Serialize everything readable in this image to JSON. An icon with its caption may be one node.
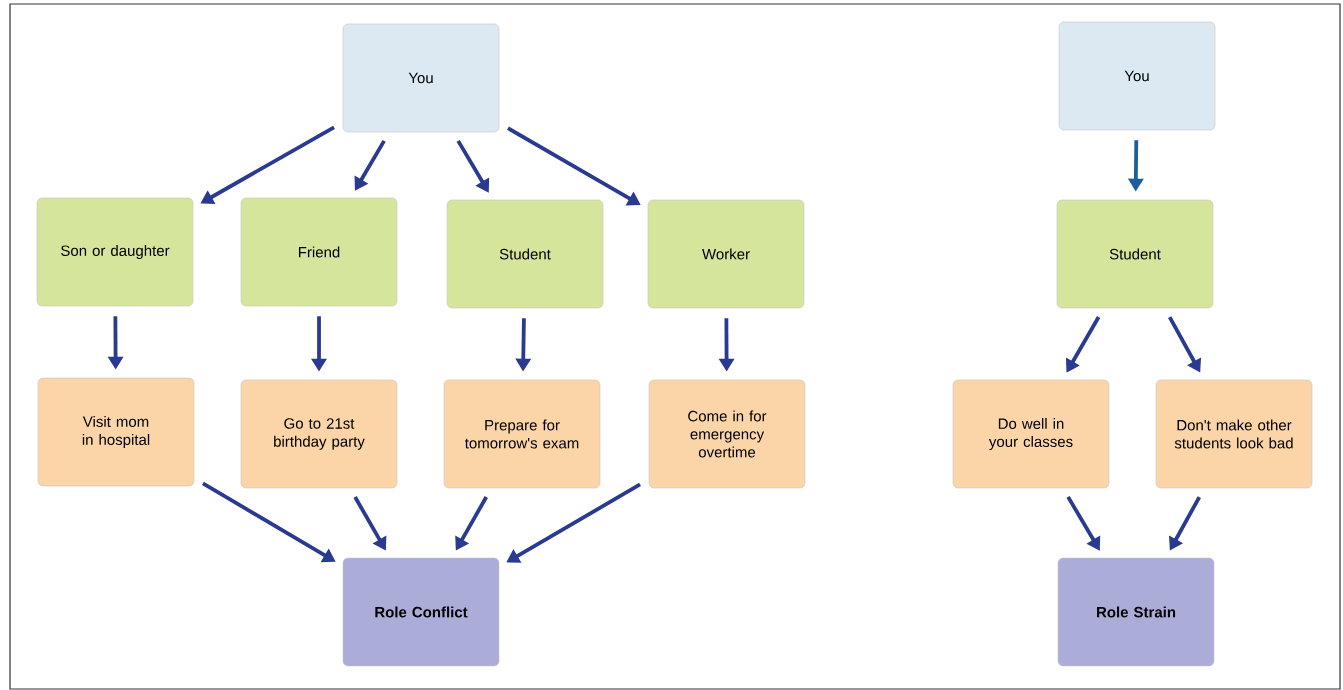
{
  "diagram": {
    "nodes": [
      {
        "text": [
          "You"
        ]
      },
      {
        "text": [
          "Son or daughter"
        ]
      },
      {
        "text": [
          "Friend"
        ]
      },
      {
        "text": [
          "Student"
        ]
      },
      {
        "text": [
          "Worker"
        ]
      },
      {
        "text": [
          "Visit mom in hospital"
        ]
      },
      {
        "text": [
          "Go to 21st birthday party"
        ]
      },
      {
        "text": [
          "Prepare for tomorrow's exam"
        ]
      },
      {
        "text": [
          "Come in for emergency overtime"
        ]
      },
      {
        "text": [
          "Role Conflict"
        ]
      },
      {
        "text": [
          "You"
        ]
      },
      {
        "text": [
          "Student"
        ]
      },
      {
        "text": [
          "Do well in your classes"
        ]
      },
      {
        "text": [
          "Don't make other students look bad"
        ]
      },
      {
        "text": [
          "Role Strain"
        ]
      }
    ],
    "edges": [
      {
        "from": 0,
        "to": 1,
        "arrow": "to"
      },
      {
        "from": 0,
        "to": 2,
        "arrow": "to"
      },
      {
        "from": 0,
        "to": 3,
        "arrow": "to"
      },
      {
        "from": 0,
        "to": 4,
        "arrow": "to"
      },
      {
        "from": 1,
        "to": 5,
        "arrow": "to"
      },
      {
        "from": 2,
        "to": 6,
        "arrow": "to"
      },
      {
        "from": 3,
        "to": 7,
        "arrow": "to"
      },
      {
        "from": 4,
        "to": 8,
        "arrow": "to"
      },
      {
        "from": 5,
        "to": 9,
        "arrow": "to"
      },
      {
        "from": 6,
        "to": 9,
        "arrow": "to"
      },
      {
        "from": 7,
        "to": 9,
        "arrow": "to"
      },
      {
        "from": 8,
        "to": 9,
        "arrow": "to"
      },
      {
        "from": 10,
        "to": 11,
        "arrow": "to",
        "color": "#1d5f9c"
      },
      {
        "from": 11,
        "to": 12,
        "arrow": "to"
      },
      {
        "from": 11,
        "to": 13,
        "arrow": "to"
      },
      {
        "from": 12,
        "to": 14,
        "arrow": "to"
      },
      {
        "from": 13,
        "to": 14,
        "arrow": "to"
      }
    ]
  }
}
